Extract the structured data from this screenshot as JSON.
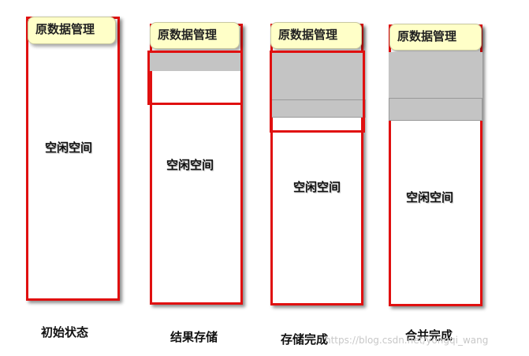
{
  "header_label": "原数据管理",
  "free_space_label": "空闲空间",
  "stages": [
    {
      "caption": "初始状态"
    },
    {
      "caption": "结果存储"
    },
    {
      "caption": "存储完成"
    },
    {
      "caption": "合并完成"
    }
  ],
  "watermark": "https://blog.csdn.net/yongqi_wang",
  "colors": {
    "frame_border": "#e01010",
    "header_fill": "#ffffc8",
    "used_block": "#c4c4c4"
  }
}
